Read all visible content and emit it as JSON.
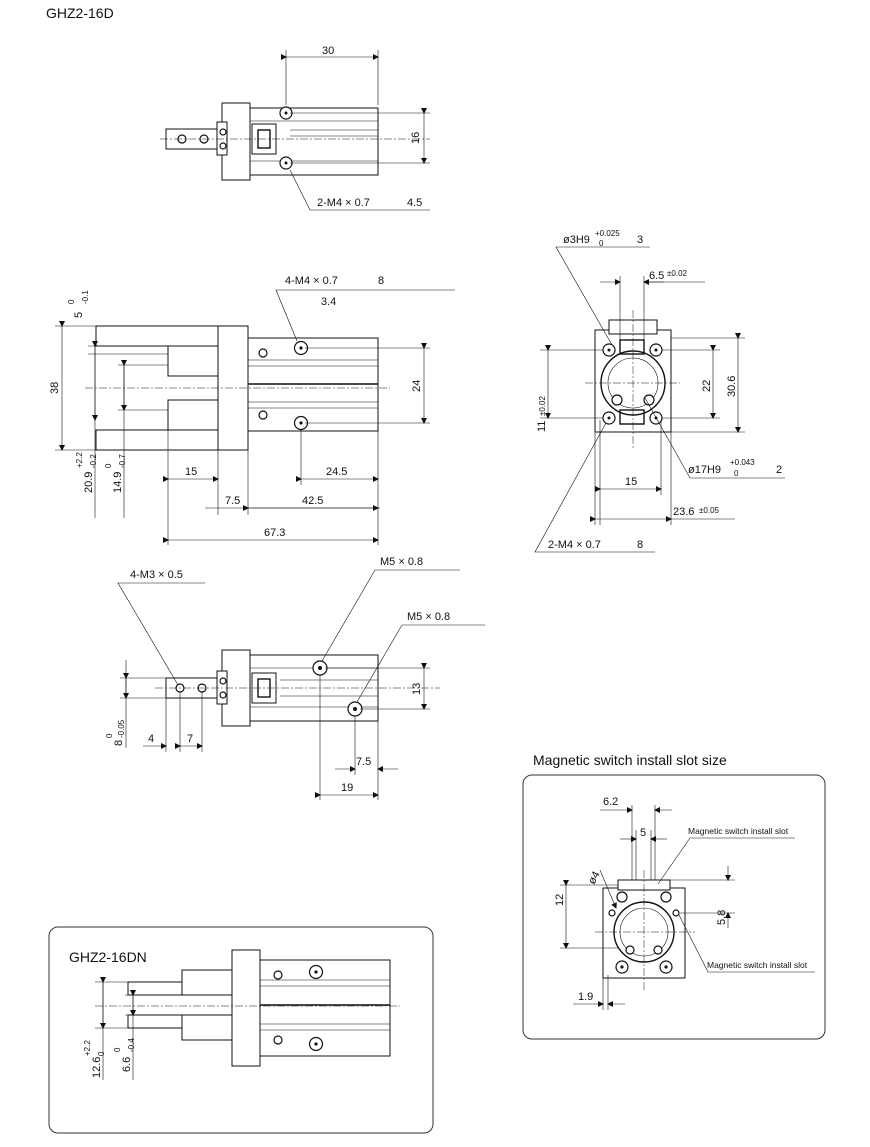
{
  "model": "GHZ2-16D",
  "top_view": {
    "dim_width": "30",
    "dim_height": "16",
    "callout_thread": "2-M4 × 0.7",
    "callout_depth": "4.5"
  },
  "front_view": {
    "callout_thread": "4-M4 × 0.7",
    "callout_depth": "8",
    "callout_sub": "3.4",
    "tol_top": "5",
    "tol_top_up": "0",
    "tol_top_down": "-0.1",
    "dim_38": "38",
    "dim_24": "24",
    "dim_20_9": "20.9",
    "dim_20_9_up": "+2.2",
    "dim_20_9_down": "-0.2",
    "dim_14_9": "14.9",
    "dim_14_9_up": "0",
    "dim_14_9_down": "-0.7",
    "dim_15": "15",
    "dim_24_5": "24.5",
    "dim_7_5": "7.5",
    "dim_42_5": "42.5",
    "dim_67_3": "67.3"
  },
  "side_view": {
    "pin_label": "ø3H9",
    "pin_up": "+0.025",
    "pin_down": "0",
    "pin_depth": "3",
    "dim_6_5": "6.5",
    "dim_6_5_tol": "±0.02",
    "dim_11": "11",
    "dim_11_tol": "±0.02",
    "dim_22": "22",
    "dim_30_6": "30.6",
    "bore_label": "ø17H9",
    "bore_up": "+0.043",
    "bore_down": "0",
    "bore_depth": "2",
    "dim_15": "15",
    "dim_23_6": "23.6",
    "dim_23_6_tol": "±0.05",
    "callout_thread": "2-M4 × 0.7",
    "callout_depth": "8"
  },
  "bottom_view": {
    "callout_m3": "4-M3 × 0.5",
    "callout_m5_a": "M5 × 0.8",
    "callout_m5_b": "M5 × 0.8",
    "dim_13": "13",
    "dim_8": "8",
    "dim_8_up": "0",
    "dim_8_down": "-0.05",
    "dim_4": "4",
    "dim_7": "7",
    "dim_7_5": "7.5",
    "dim_19": "19"
  },
  "slot_panel": {
    "title": "Magnetic switch install slot size",
    "dim_6_2": "6.2",
    "dim_5": "5",
    "label_slot_a": "Magnetic switch install slot",
    "dim_4": "ø4",
    "dim_12": "12",
    "dim_5_8": "5.8",
    "label_slot_b": "Magnetic switch install slot",
    "dim_1_9": "1.9"
  },
  "dn_panel": {
    "title": "GHZ2-16DN",
    "dim_12_6": "12.6",
    "dim_12_6_up": "+2.2",
    "dim_12_6_down": "0",
    "dim_6_6": "6.6",
    "dim_6_6_up": "0",
    "dim_6_6_down": "-0.4"
  }
}
